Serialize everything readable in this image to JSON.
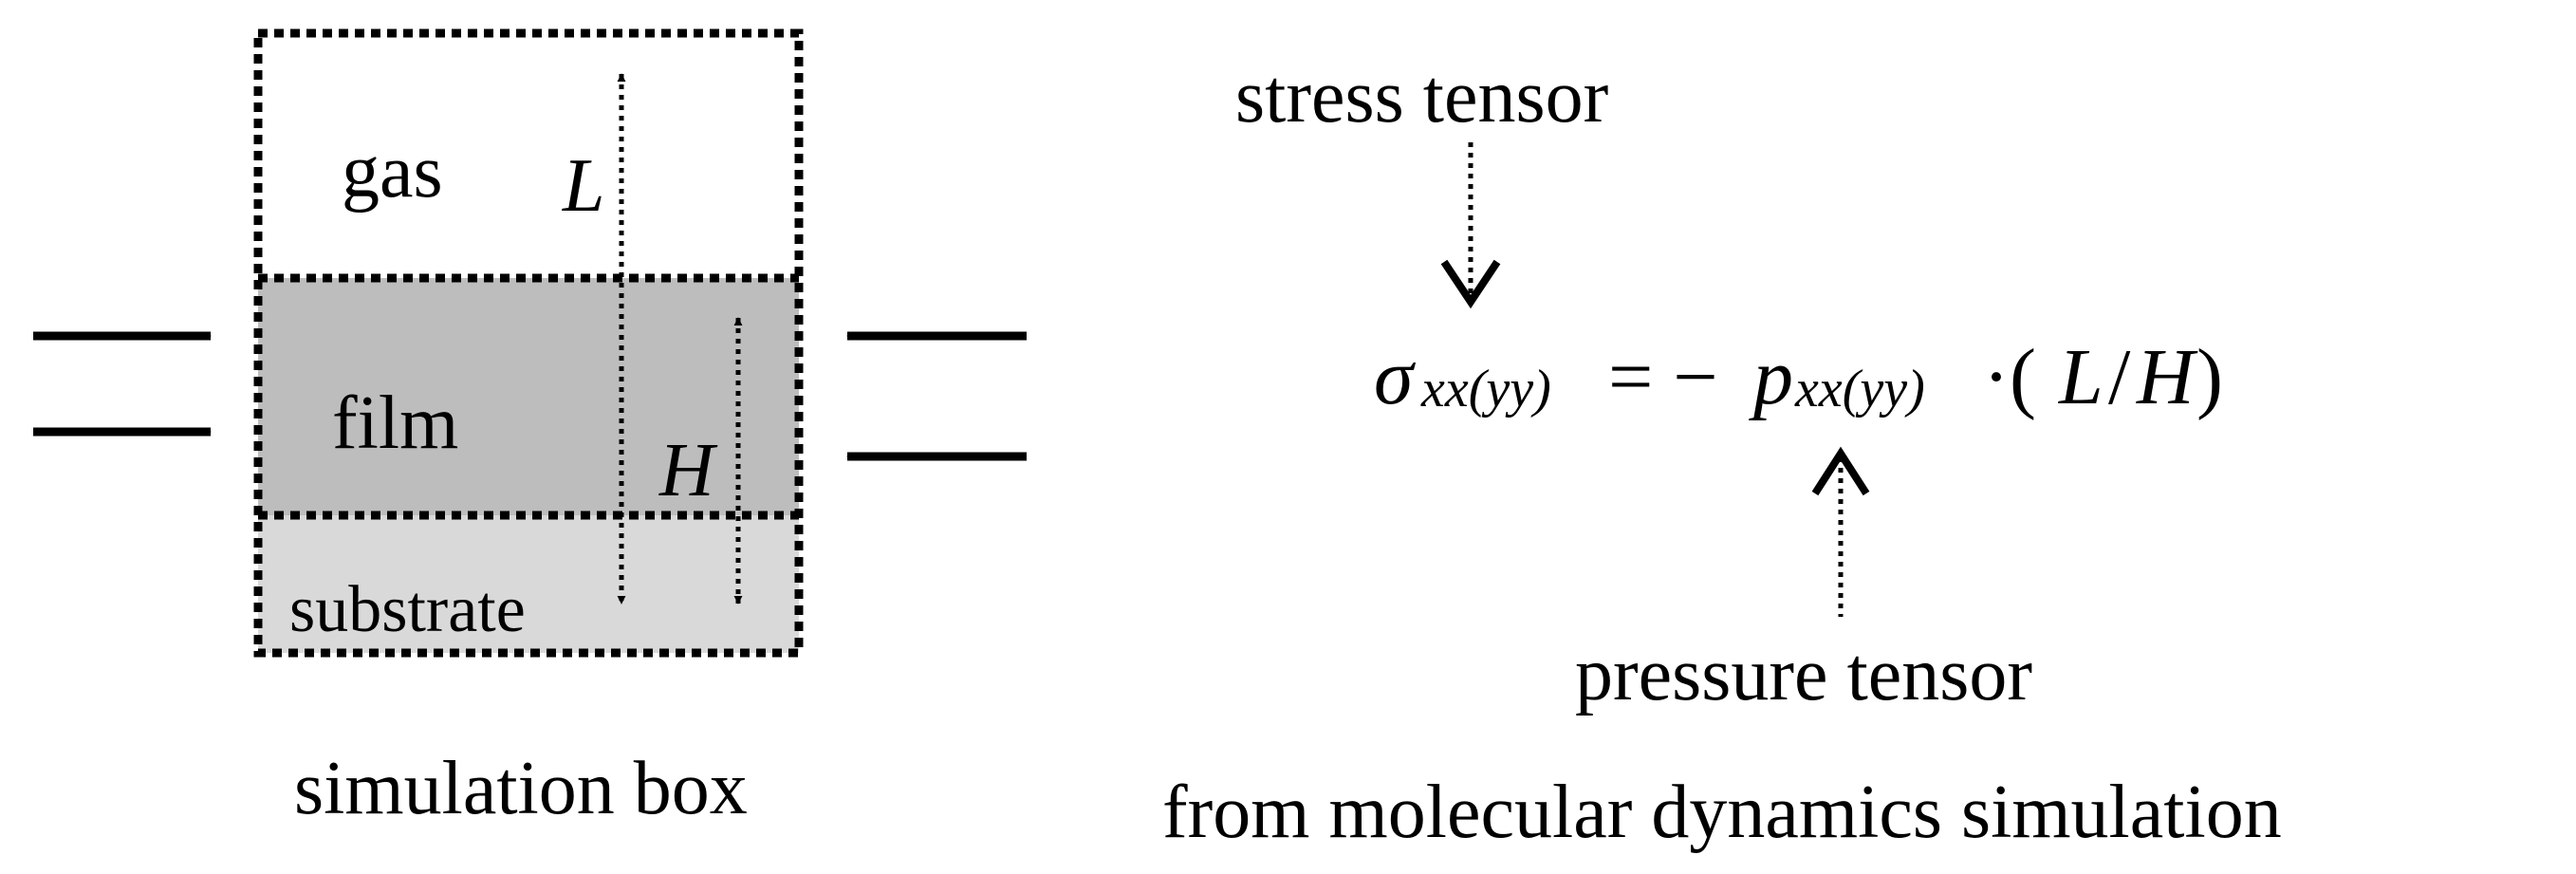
{
  "box": {
    "gas_label": "gas",
    "film_label": "film",
    "substrate_label": "substrate",
    "L_label": "L",
    "H_label": "H",
    "caption": "simulation box"
  },
  "equation": {
    "sigma": "σ",
    "sigma_sub": "xx(yy)",
    "equals_minus": "= −",
    "p": "p",
    "p_sub": "xx(yy)",
    "dot_open": "·(",
    "L": "L",
    "slash": "/",
    "H": "H",
    "close": ")"
  },
  "annotations": {
    "stress_label": "stress tensor",
    "pressure_label": "pressure tensor",
    "md_label": "from molecular dynamics simulation"
  },
  "colors": {
    "film": "#bdbdbd",
    "substrate": "#d9d9d9",
    "stroke": "#000000"
  }
}
